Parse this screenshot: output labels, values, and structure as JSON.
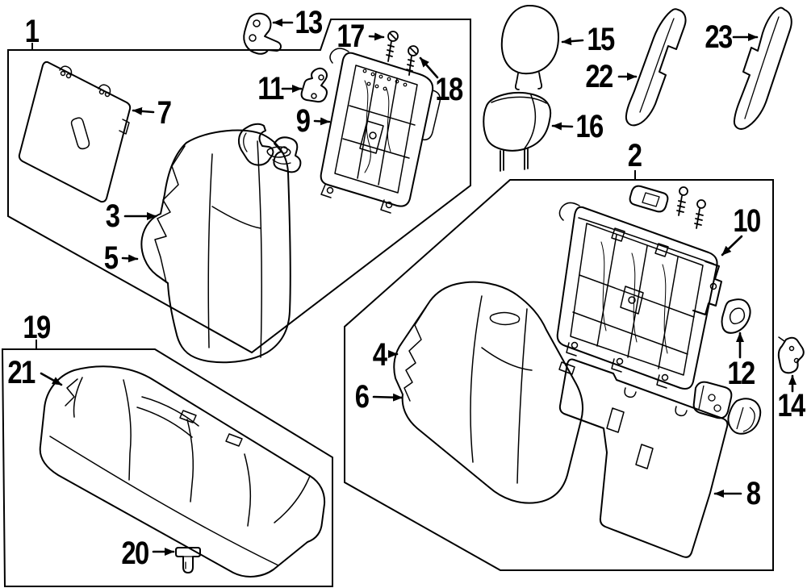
{
  "figure": {
    "kind": "seat-parts-exploded-diagram",
    "background_color": "#ffffff",
    "line_color": "#000000"
  },
  "callouts": [
    {
      "num": "1"
    },
    {
      "num": "2"
    },
    {
      "num": "3"
    },
    {
      "num": "4"
    },
    {
      "num": "5"
    },
    {
      "num": "6"
    },
    {
      "num": "7"
    },
    {
      "num": "8"
    },
    {
      "num": "9"
    },
    {
      "num": "10"
    },
    {
      "num": "11"
    },
    {
      "num": "12"
    },
    {
      "num": "13"
    },
    {
      "num": "14"
    },
    {
      "num": "15"
    },
    {
      "num": "16"
    },
    {
      "num": "17"
    },
    {
      "num": "18"
    },
    {
      "num": "19"
    },
    {
      "num": "20"
    },
    {
      "num": "21"
    },
    {
      "num": "22"
    },
    {
      "num": "23"
    }
  ]
}
